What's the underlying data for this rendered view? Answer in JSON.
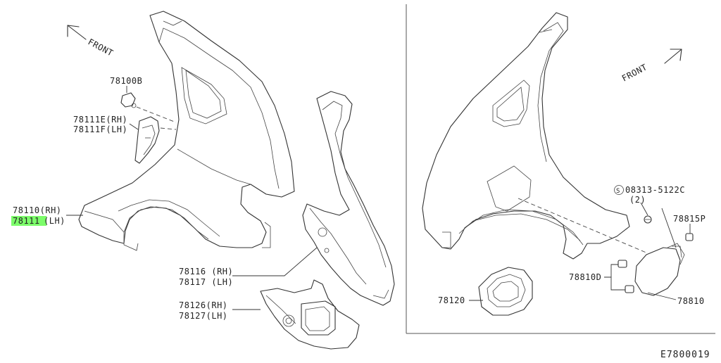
{
  "diagram": {
    "left": {
      "front_label": "FRONT",
      "labels": {
        "p78100B": "78100B",
        "p78111E": "78111E(RH)",
        "p78111F": "78111F(LH)",
        "p78110": "78110(RH)",
        "p78111": "78111",
        "p78111_side": "(LH)",
        "p78116": "78116 (RH)",
        "p78117": "78117 (LH)",
        "p78126": "78126(RH)",
        "p78127": "78127(LH)"
      }
    },
    "right": {
      "front_label": "FRONT",
      "labels": {
        "p08313": "08313-5122C",
        "p08313_qty": "(2)",
        "p08313_prefix": "S",
        "p78815P": "78815P",
        "p78810D": "78810D",
        "p78120": "78120",
        "p78810": "78810"
      }
    },
    "diagram_code": "E7800019",
    "highlight_color": "#7CFC6A",
    "line_color": "#333333"
  }
}
